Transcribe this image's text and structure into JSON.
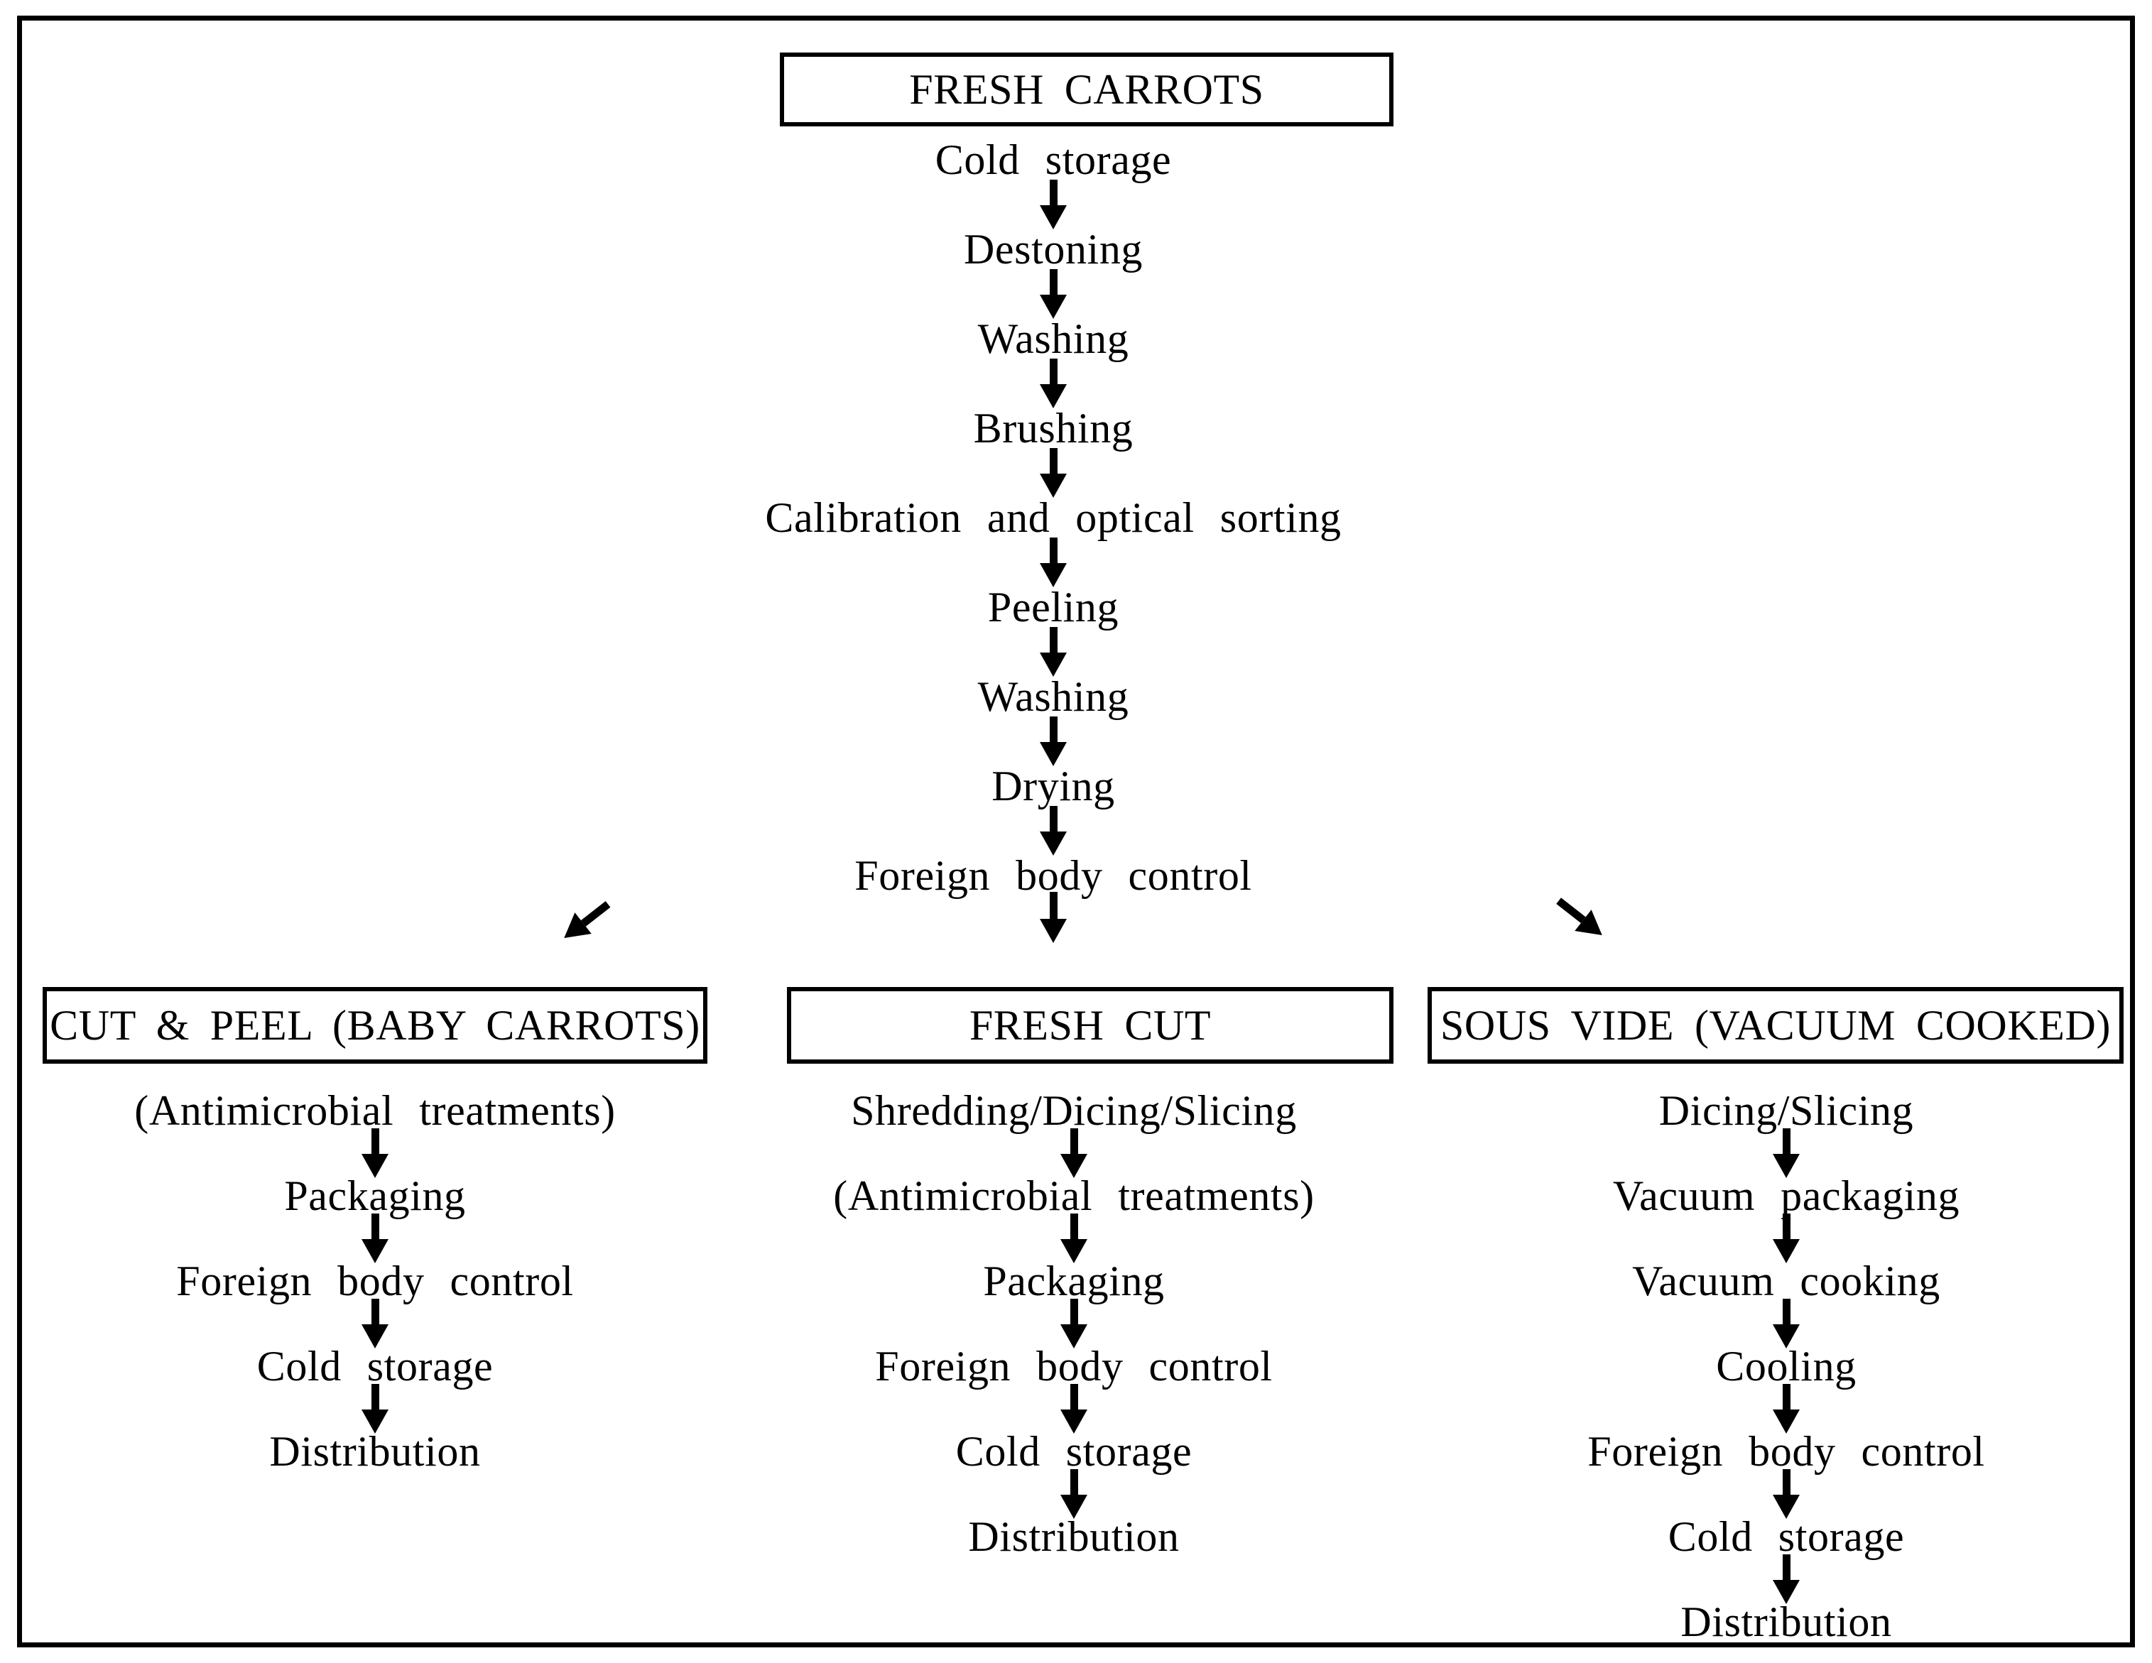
{
  "figure": {
    "colors": {
      "ink": "#000000",
      "background": "#ffffff"
    }
  },
  "flow": {
    "root": "FRESH CARROTS",
    "main_chain": [
      "Cold storage",
      "Destoning",
      "Washing",
      "Brushing",
      "Calibration and optical sorting",
      "Peeling",
      "Washing",
      "Drying",
      "Foreign body control"
    ],
    "branches": [
      {
        "header": "CUT & PEEL (BABY CARROTS)",
        "steps": [
          "(Antimicrobial treatments)",
          "Packaging",
          "Foreign body control",
          "Cold storage",
          "Distribution"
        ]
      },
      {
        "header": "FRESH CUT",
        "steps": [
          "Shredding/Dicing/Slicing",
          "(Antimicrobial treatments)",
          "Packaging",
          "Foreign body control",
          "Cold storage",
          "Distribution"
        ]
      },
      {
        "header": "SOUS VIDE (VACUUM COOKED)",
        "steps": [
          "Dicing/Slicing",
          "Vacuum packaging",
          "Vacuum cooking",
          "Cooling",
          "Foreign body control",
          "Cold storage",
          "Distribution"
        ]
      }
    ]
  }
}
